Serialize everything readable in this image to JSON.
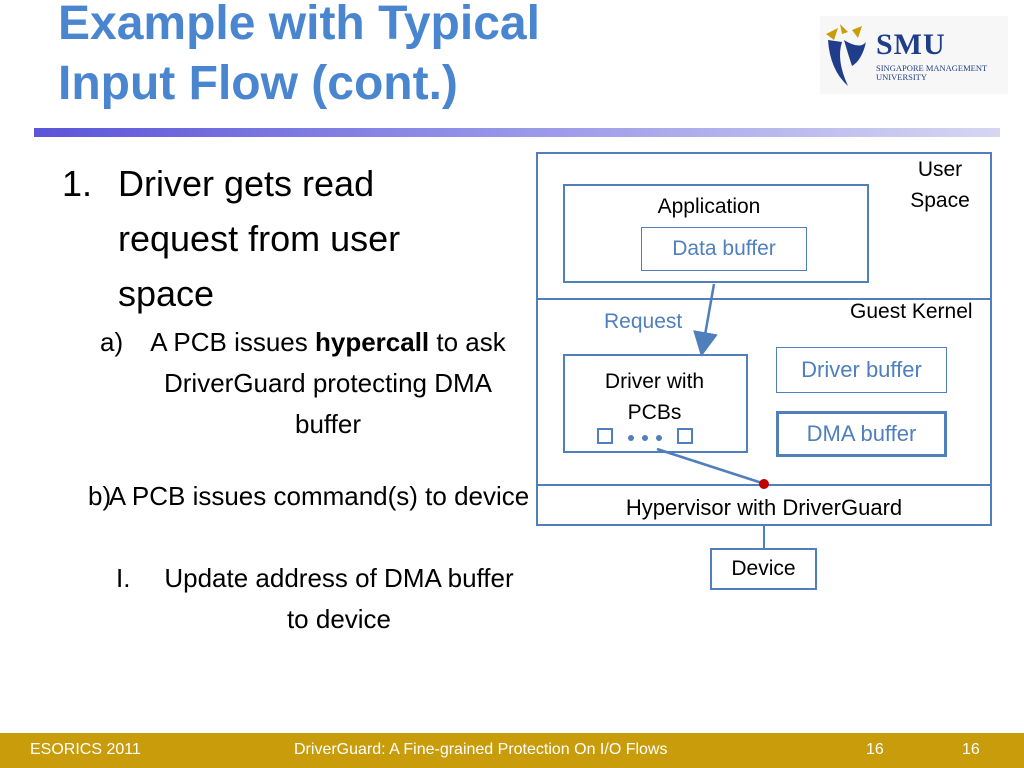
{
  "slide": {
    "title_line1": "Example with Typical",
    "title_line2": "Input Flow (cont.)",
    "logo": {
      "name": "SMU",
      "subtitle": "SINGAPORE MANAGEMENT\nUNIVERSITY"
    },
    "point1": {
      "marker": "1.",
      "text": "Driver gets read request from user space"
    },
    "point_a": {
      "marker": "a)",
      "text_before": "A PCB issues ",
      "bold": "hypercall",
      "text_after": " to ask DriverGuard protecting DMA buffer"
    },
    "point_b": {
      "marker": "b)",
      "text": "A PCB issues command(s) to device"
    },
    "point_b1": {
      "marker": "I.",
      "text": "Update address of DMA buffer to device"
    }
  },
  "diagram": {
    "user_space": "User Space",
    "application": "Application",
    "data_buffer": "Data buffer",
    "request": "Request",
    "guest_kernel": "Guest Kernel",
    "driver": "Driver with PCBs",
    "driver_buffer": "Driver buffer",
    "dma_buffer": "DMA buffer",
    "hypervisor": "Hypervisor with DriverGuard",
    "device": "Device"
  },
  "footer": {
    "left": "ESORICS 2011",
    "center": "DriverGuard: A Fine-grained Protection On I/O Flows",
    "page1": "16",
    "page2": "16"
  },
  "colors": {
    "title": "#4a86d0",
    "accent": "#4f7fbd",
    "footer": "#c99c0c",
    "dot": "#c00000"
  }
}
